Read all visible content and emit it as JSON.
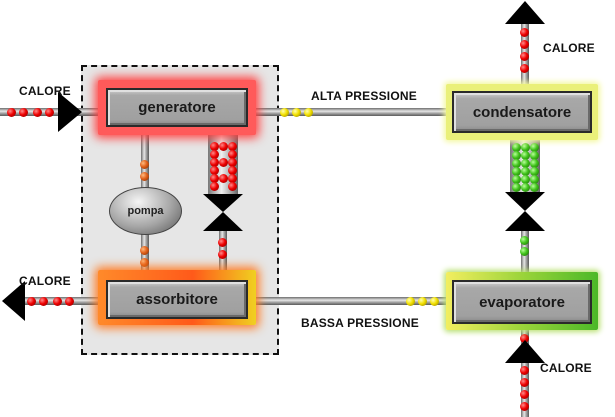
{
  "diagram": {
    "title": "Ciclo frigorifero ad assorbimento",
    "components": {
      "generator": {
        "label": "generatore",
        "glow_color": "#ff2a2a"
      },
      "absorber": {
        "label": "assorbitore",
        "glow_color": "#ff7a00"
      },
      "condenser": {
        "label": "condensatore",
        "glow_color": "#e8f060"
      },
      "evaporator": {
        "label": "evaporatore",
        "glow_color": "#6cc83a"
      },
      "pump": {
        "label": "pompa"
      }
    },
    "labels": {
      "heat_in_generator": "CALORE",
      "heat_out_absorber": "CALORE",
      "heat_out_condenser": "CALORE",
      "heat_in_evaporator": "CALORE",
      "high_pressure": "ALTA PRESSIONE",
      "low_pressure": "BASSA PRESSIONE"
    },
    "fluid_colors": {
      "heat": "#e00000",
      "vapor_high": "#f2e000",
      "vapor_low": "#f2e000",
      "liquid_refrigerant": "#3fc21a",
      "solution": "#e0601a"
    }
  }
}
